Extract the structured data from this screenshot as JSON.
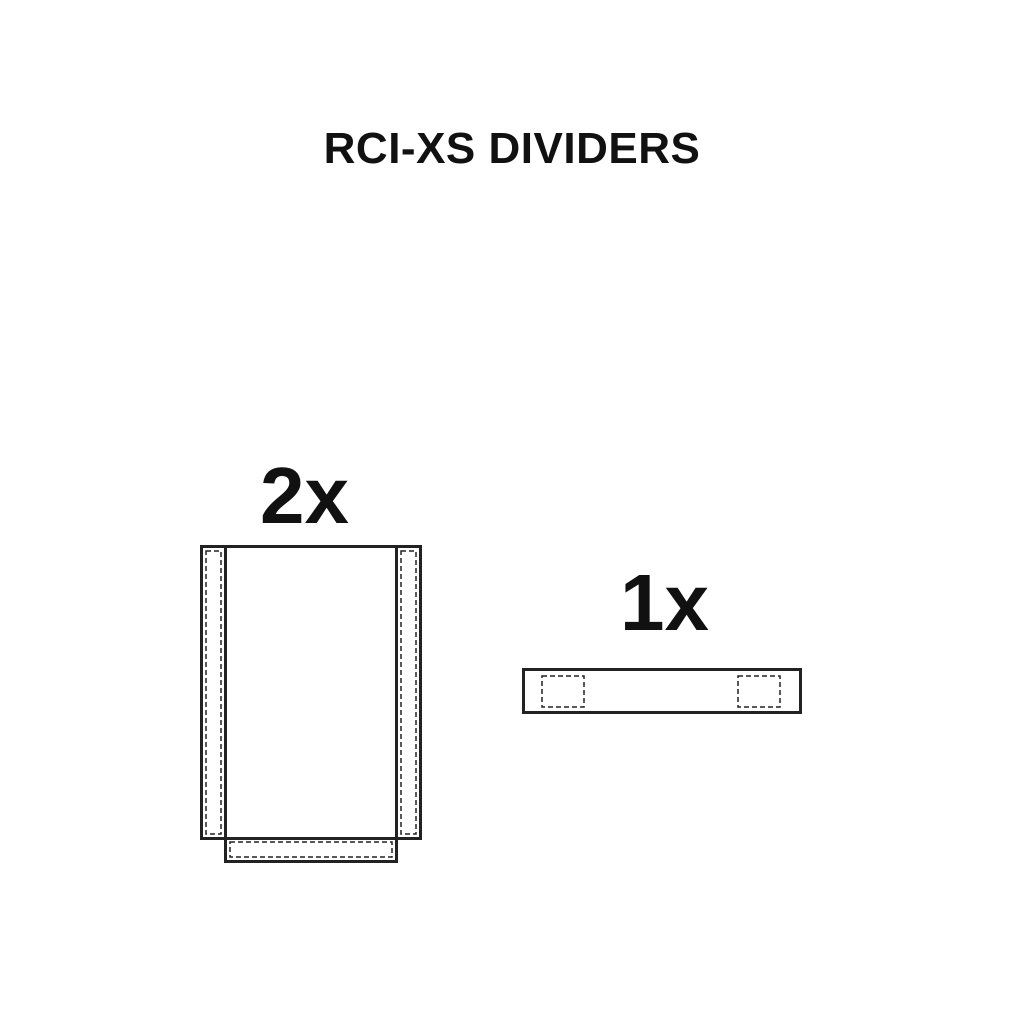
{
  "title": "RCI-XS DIVIDERS",
  "pieces": [
    {
      "quantity_label": "2x",
      "shape": "folded-divider-with-side-and-bottom-flaps"
    },
    {
      "quantity_label": "1x",
      "shape": "straight-divider-bar-with-two-tabs"
    }
  ],
  "colors": {
    "stroke": "#222222",
    "background": "#ffffff"
  }
}
